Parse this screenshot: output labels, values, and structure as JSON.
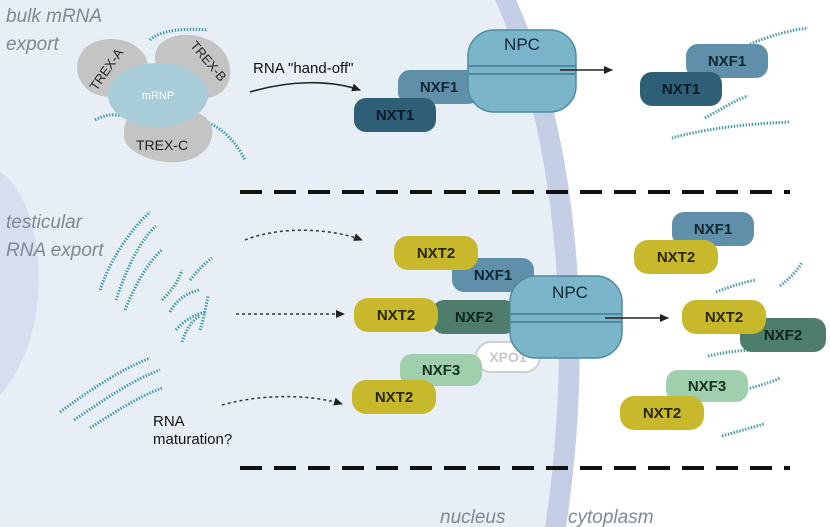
{
  "labels": {
    "bulk_export": [
      "bulk mRNA",
      "export"
    ],
    "testicular_export": [
      "testicular",
      "RNA export"
    ],
    "handoff": "RNA \"hand-off\"",
    "maturation": [
      "RNA",
      "maturation?"
    ],
    "nucleus": "nucleus",
    "cytoplasm": "cytoplasm"
  },
  "complex": {
    "trex_a": "TREX-A",
    "trex_b": "TREX-B",
    "trex_c": "TREX-C",
    "mrnp": "mRNP"
  },
  "proteins": {
    "npc": "NPC",
    "nxf1": "NXF1",
    "nxf2": "NXF2",
    "nxf3": "NXF3",
    "nxt1": "NXT1",
    "nxt2": "NXT2",
    "xpo1": "XPO1"
  },
  "colors": {
    "nxt2": "#c7b92b",
    "nxf1": "#5f8fa9",
    "nxt1": "#2f5f77",
    "nxf2": "#4e7e6b",
    "nxf3": "#9fcfad",
    "npc": "#7bb5c9",
    "rna": "#3d9aa2",
    "nucleus_fill": "#e8eef6",
    "envelope": "#c4cfe6"
  }
}
